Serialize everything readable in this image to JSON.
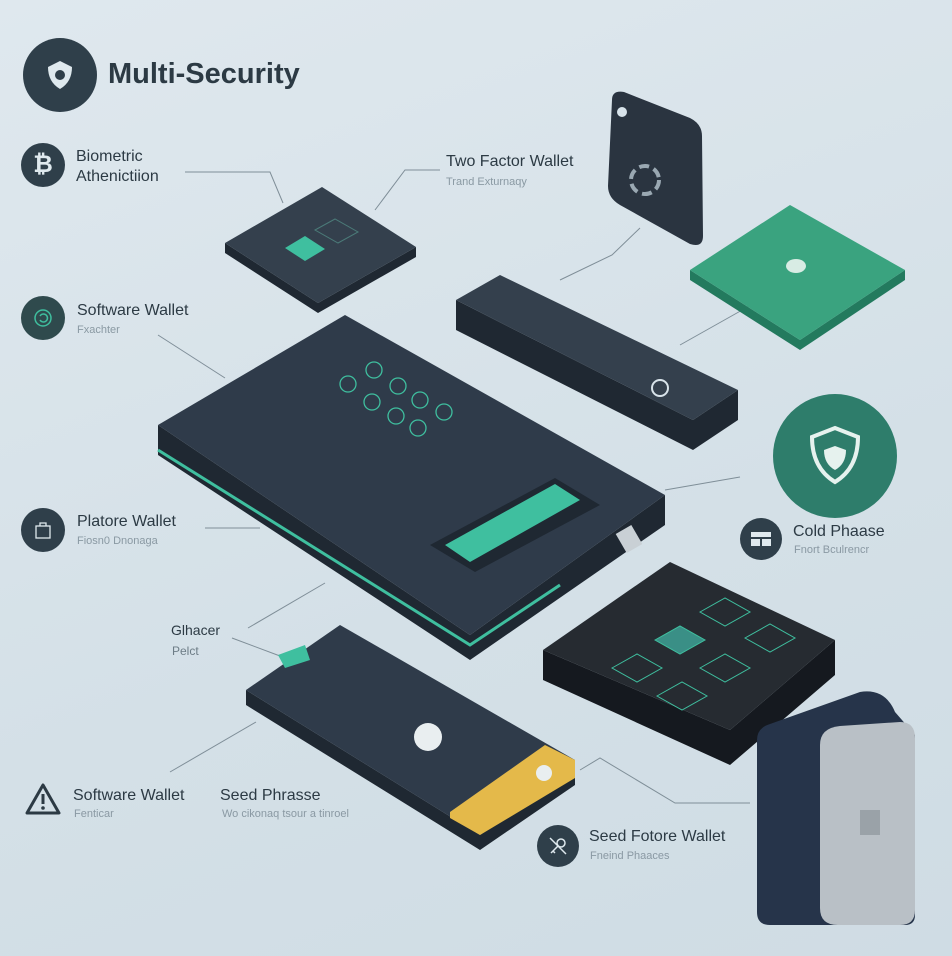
{
  "title": "Multi-Security",
  "labels": {
    "biometric": {
      "title": "Biometric Athenictiion",
      "line1": "Biometric",
      "line2": "Athenictiion",
      "icon": "bitcoin-icon"
    },
    "two_factor": {
      "title": "Two Factor Wallet",
      "subtitle": "Trand Exturnaqy"
    },
    "software_wallet_top": {
      "title": "Software Wallet",
      "subtitle": "Fxachter",
      "icon": "refresh-icon"
    },
    "platore_wallet": {
      "title": "Platore Wallet",
      "subtitle": "Fiosn0 Dnonaga",
      "icon": "bag-icon"
    },
    "glhacer": {
      "title": "Glhacer",
      "subtitle": "Pelct"
    },
    "software_wallet_bottom": {
      "title": "Software Wallet",
      "subtitle": "Fenticar",
      "icon": "warning-icon"
    },
    "seed_phrasse": {
      "title": "Seed Phrasse",
      "subtitle": "Wo cikonaq tsour a tinroel"
    },
    "cold_phaase": {
      "title": "Cold Phaase",
      "subtitle": "Fnort Bculrencr",
      "icon": "card-icon"
    },
    "seed_fotore_wallet": {
      "title": "Seed Fotore Wallet",
      "subtitle": "Fneind Phaaces",
      "icon": "key-icon"
    }
  },
  "colors": {
    "background": "#d8e3ea",
    "device_dark": "#2f3b4a",
    "accent_teal": "#3fbf9f",
    "accent_green": "#2e7d6b",
    "accent_gold": "#e4b94a",
    "silver": "#b9c0c6"
  }
}
